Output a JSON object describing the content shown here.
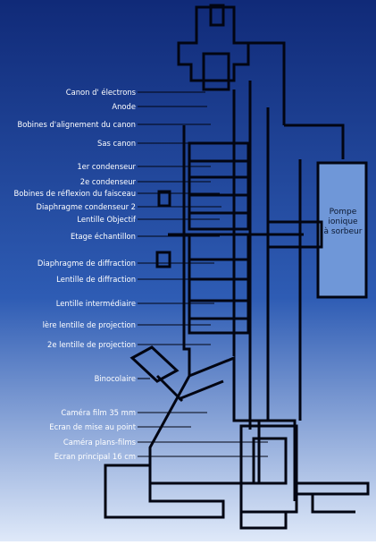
{
  "diagram": {
    "colors": {
      "bg_top": "#102a78",
      "bg_mid": "#2e5cb4",
      "bg_bottom": "#dfe9f9",
      "ink": "#020512",
      "label_text": "#ffffff"
    },
    "labels": [
      "Canon d' électrons",
      "Anode",
      "Bobines d'alignement du canon",
      "Sas canon",
      "1er condenseur",
      "2e condenseur",
      "Bobines de réflexion du faisceau",
      "Diaphragme condenseur 2",
      "Lentille Objectif",
      "Etage échantillon",
      "Diaphragme de diffraction",
      "Lentille de diffraction",
      "Lentille intermédiaire",
      "lère lentille de projection",
      "2e lentille de projection",
      "Binocolaire",
      "Caméra film 35 mm",
      "Ecran de mise au point",
      "Caméra plans-films",
      "Ecran principal 16 cm"
    ],
    "pump_label": [
      "Pompe",
      "ionique",
      "à sorbeur"
    ]
  }
}
